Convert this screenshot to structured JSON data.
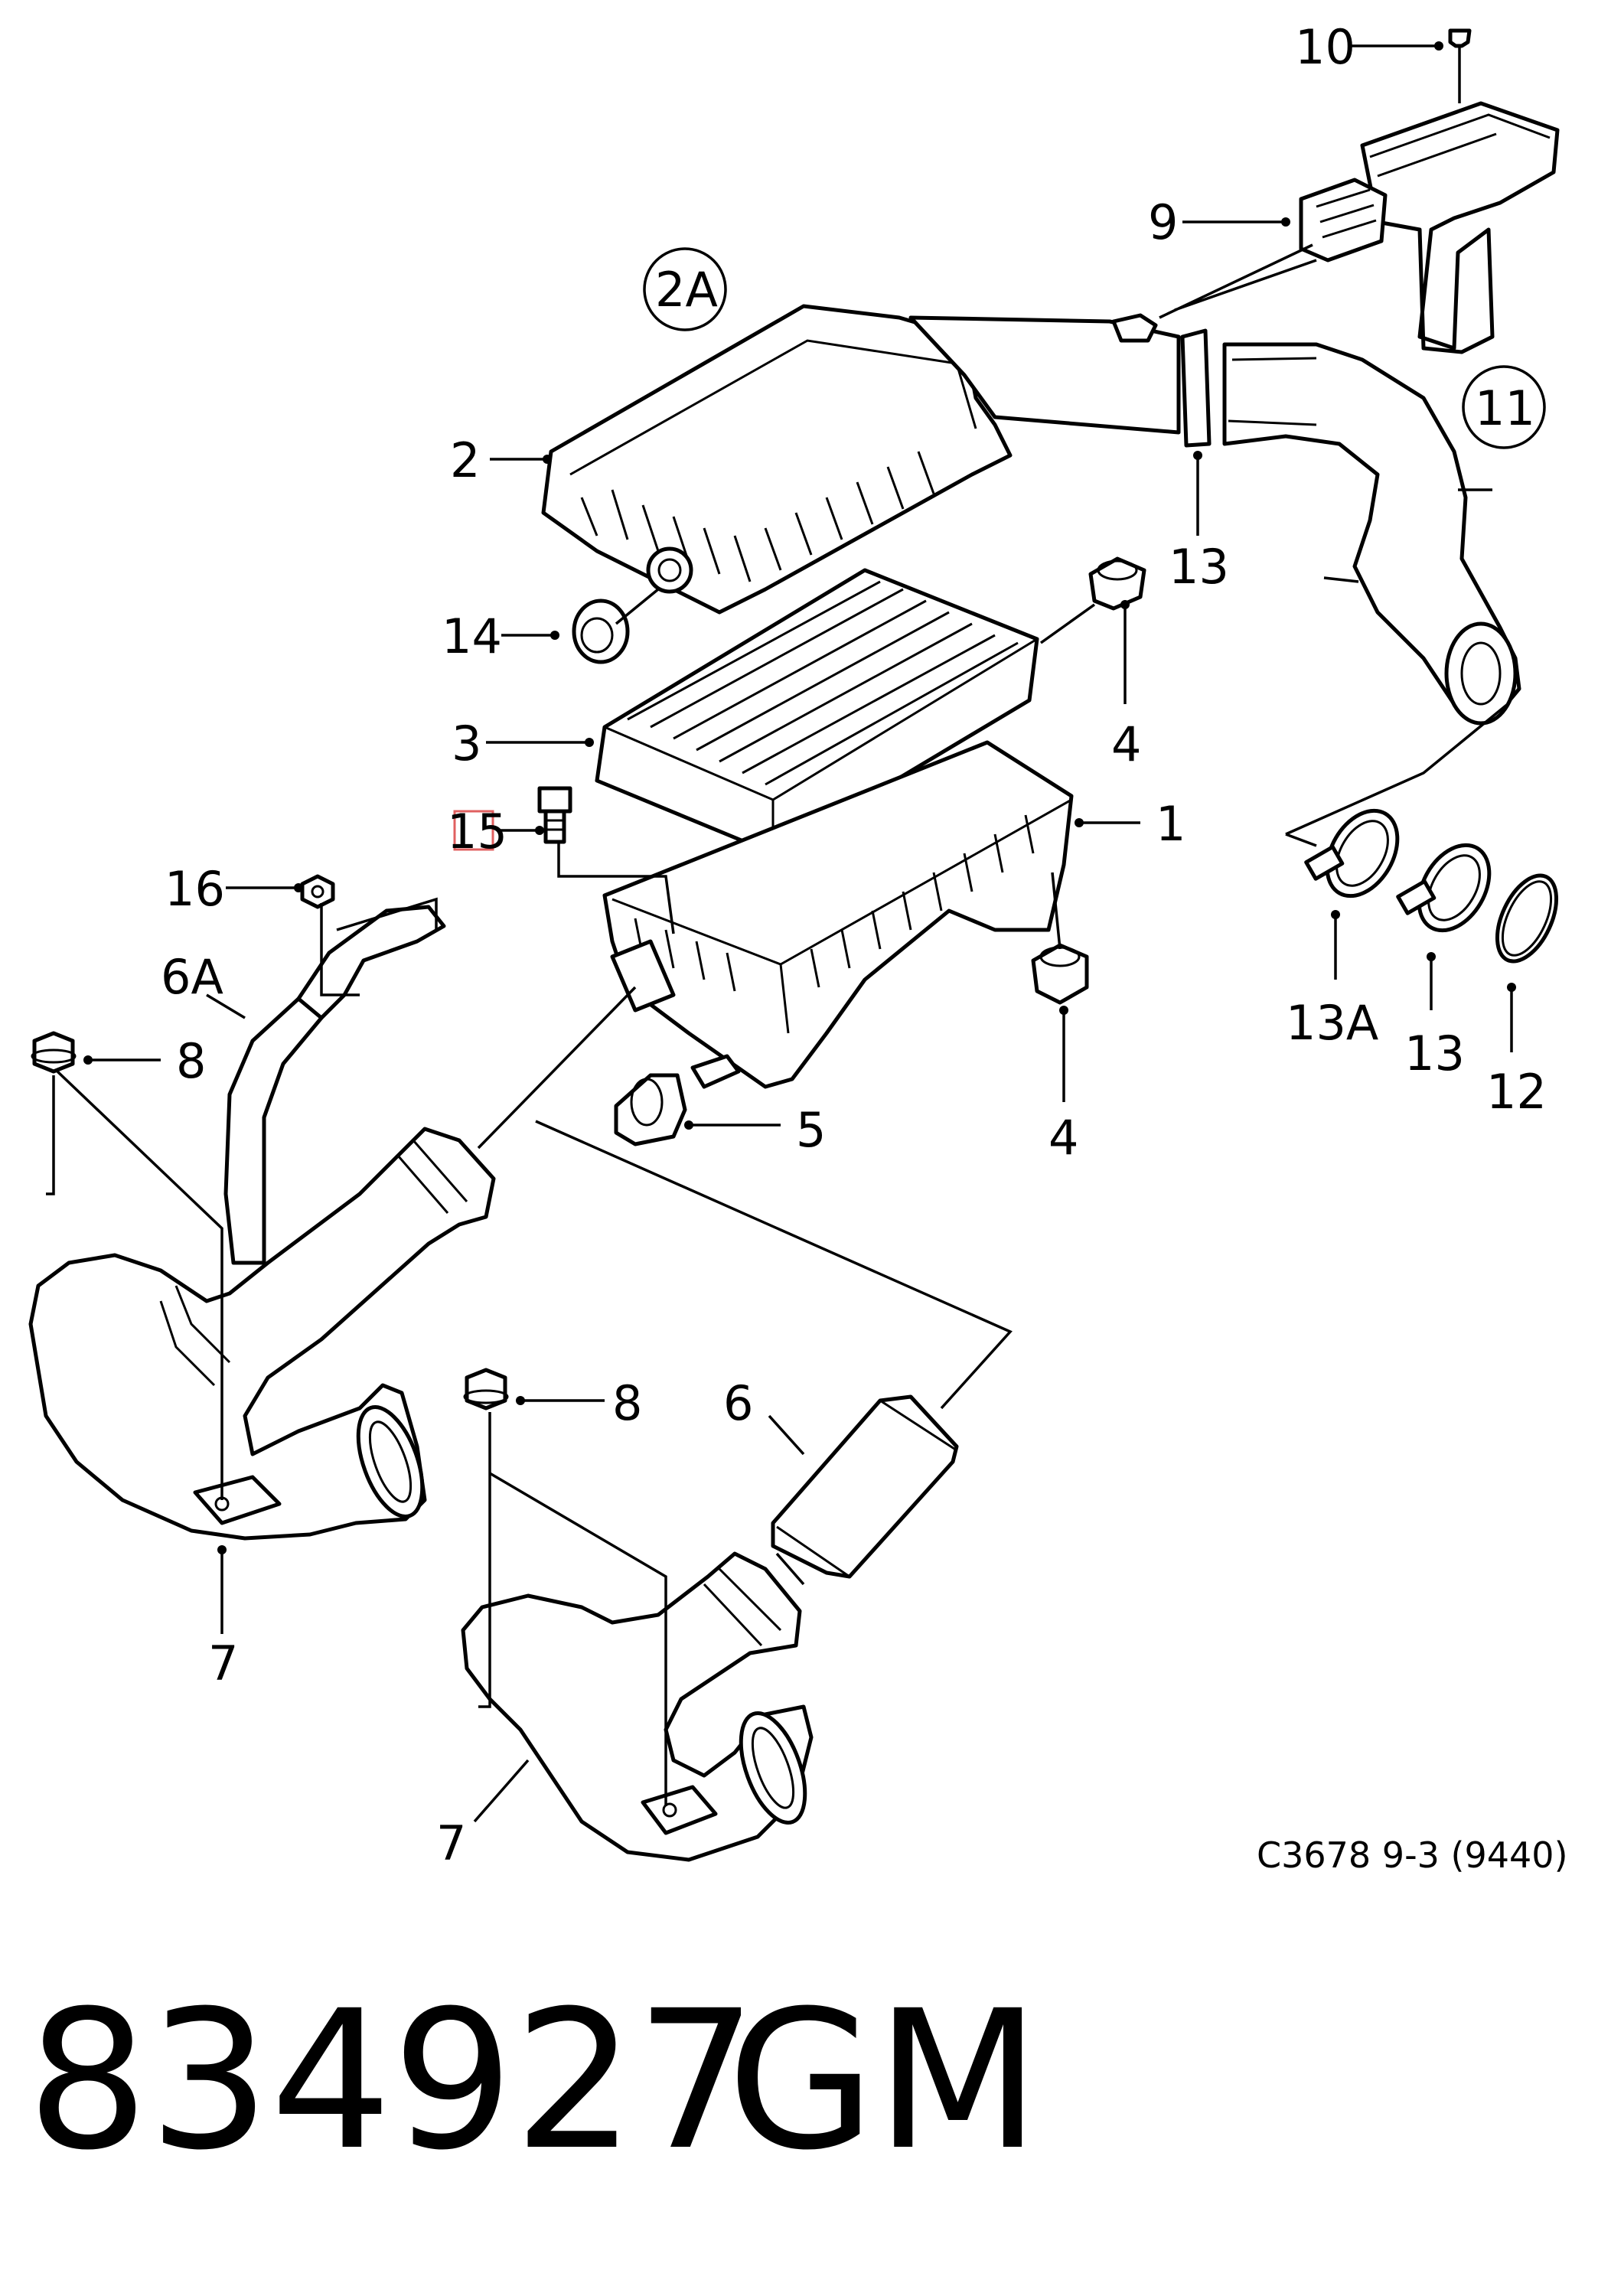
{
  "diagram": {
    "labels": {
      "l10": "10",
      "l9": "9",
      "l2a": "2A",
      "l11": "11",
      "l2": "2",
      "l13_top": "13",
      "l14": "14",
      "l4_top": "4",
      "l3": "3",
      "l1": "1",
      "l15": "15",
      "l16": "16",
      "l6a": "6A",
      "l8_left": "8",
      "l13a": "13A",
      "l13_right": "13",
      "l12": "12",
      "l5": "5",
      "l4_bottom": "4",
      "l8_center": "8",
      "l6": "6",
      "l7_left": "7",
      "l7_bottom": "7"
    },
    "highlighted_label": "15",
    "highlight_color": "#e06060",
    "ref_code": "C3678 9-3 (9440)"
  },
  "footer": {
    "part_number": "834927",
    "brand": "GM"
  }
}
